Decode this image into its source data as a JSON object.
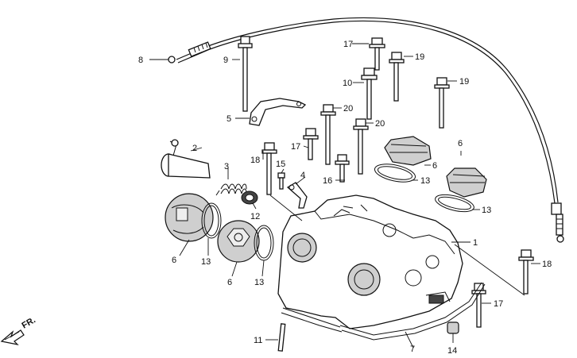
{
  "callouts": {
    "c1": "1",
    "c2": "2",
    "c3": "3",
    "c4": "4",
    "c5": "5",
    "c6a": "6",
    "c6b": "6",
    "c6c": "6",
    "c6d": "6",
    "c7": "7",
    "c8": "8",
    "c9": "9",
    "c10": "10",
    "c11": "11",
    "c12": "12",
    "c13a": "13",
    "c13b": "13",
    "c13c": "13",
    "c13d": "13",
    "c14": "14",
    "c15": "15",
    "c16": "16",
    "c17a": "17",
    "c17b": "17",
    "c17c": "17",
    "c18a": "18",
    "c18b": "18",
    "c19a": "19",
    "c19b": "19",
    "c20a": "20",
    "c20b": "20"
  },
  "direction": {
    "label": "FR."
  },
  "icons": {
    "front_arrow": "front-direction-arrow-icon"
  }
}
